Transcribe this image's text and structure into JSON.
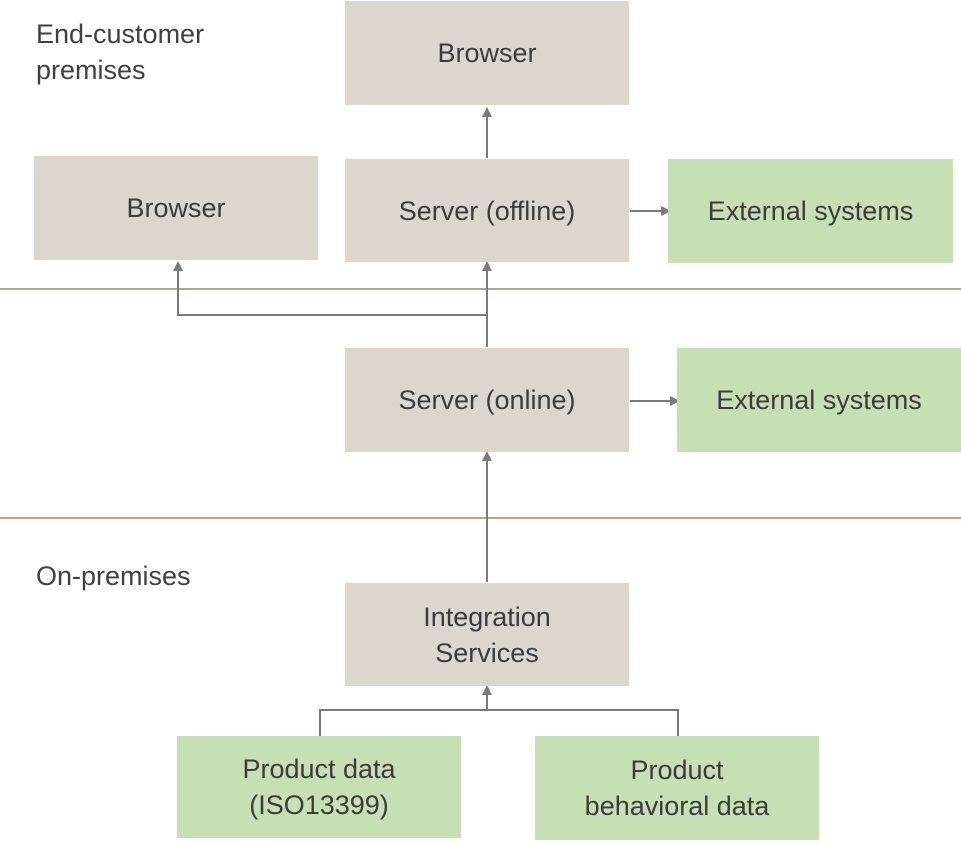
{
  "zones": {
    "end_customer": "End-customer\npremises",
    "on_premises": "On-premises"
  },
  "boxes": {
    "browser_top": "Browser",
    "browser_left": "Browser",
    "server_offline": "Server (offline)",
    "external_offline": "External systems",
    "server_online": "Server (online)",
    "external_online": "External systems",
    "integration_services": "Integration\nServices",
    "product_data": "Product data\n(ISO13399)",
    "product_behavioral": "Product\nbehavioral data"
  },
  "colors": {
    "system_box": "#dbd7ce",
    "external_box": "#c6e0b4",
    "divider": "#b3a48f",
    "connector": "#7a7a7a"
  }
}
